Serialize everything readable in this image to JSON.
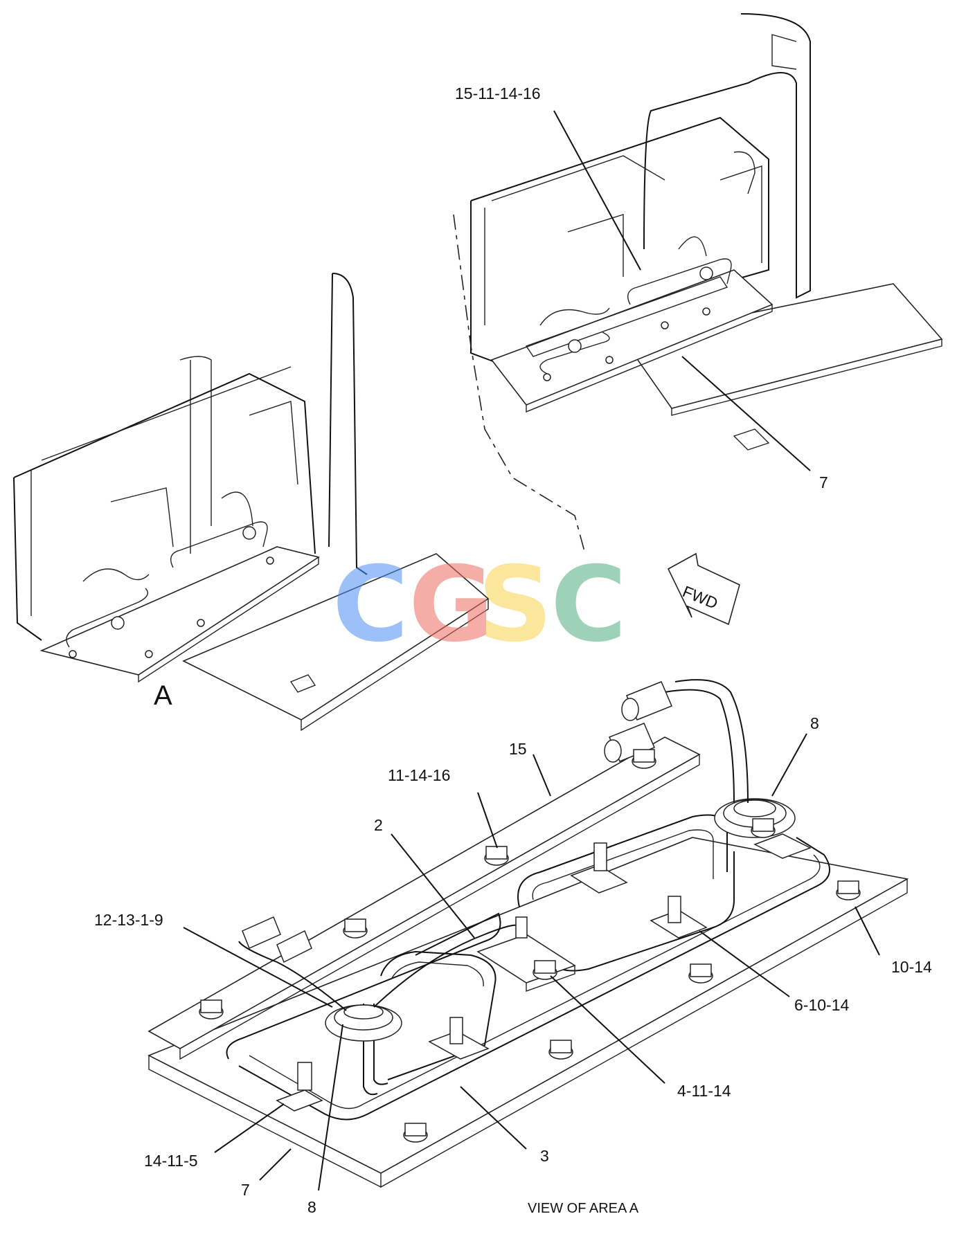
{
  "view_label": "A",
  "view_caption": "VIEW OF AREA A",
  "fwd_label": "FWD",
  "watermark": {
    "letters": [
      "C",
      "G",
      "S",
      "C"
    ],
    "colors": [
      "#4f8df5",
      "#ee6b60",
      "#f8d34a",
      "#4eac7f"
    ]
  },
  "callouts": {
    "upper_15_11_14_16": "15-11-14-16",
    "upper_7": "7",
    "c15": "15",
    "c11_14_16": "11-14-16",
    "c8_top": "8",
    "c2": "2",
    "c12_13_1_9": "12-13-1-9",
    "c10_14": "10-14",
    "c6_10_14": "6-10-14",
    "c4_11_14": "4-11-14",
    "c14_11_5": "14-11-5",
    "c3": "3",
    "c7": "7",
    "c8_bottom": "8"
  }
}
